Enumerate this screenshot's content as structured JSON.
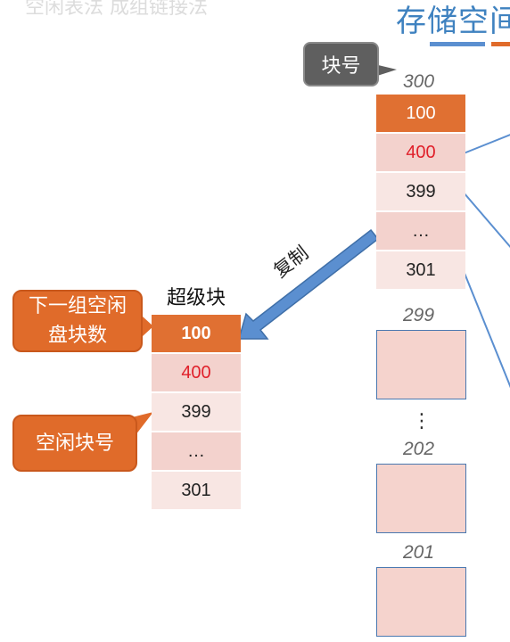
{
  "header": {
    "title": "存储空间",
    "faded_text": "空闲表法 成组链接法"
  },
  "callouts": {
    "block_no": "块号",
    "next_group": "下一组空闲盘块数",
    "free_block_no": "空闲块号"
  },
  "superblock": {
    "label": "超级块",
    "cells": [
      "100",
      "400",
      "399",
      "…",
      "301"
    ]
  },
  "copy_label": "复制",
  "block_300": {
    "number": "300",
    "cells": [
      "100",
      "400",
      "399",
      "…",
      "301"
    ]
  },
  "blocks": [
    {
      "number": "299"
    },
    {
      "number": "202"
    },
    {
      "number": "201"
    }
  ],
  "vertical_ellipsis": "⋮",
  "colors": {
    "accent_orange": "#e07032",
    "cell_pink": "#f3d2cd",
    "cell_light": "#f8e6e3",
    "highlight_red": "#e0202a",
    "title_blue": "#3f82c0",
    "arrow_blue": "#5b8fd0"
  }
}
